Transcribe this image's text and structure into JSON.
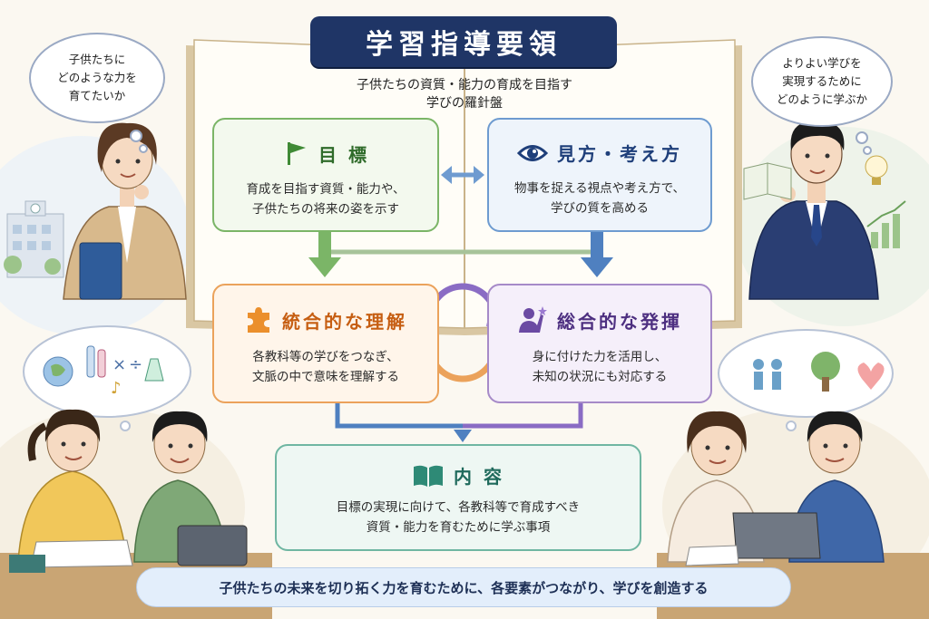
{
  "title": "学習指導要領",
  "subtitle_lines": [
    "子供たちの資質・能力の育成を目指す",
    "学びの羅針盤"
  ],
  "cards": {
    "goal": {
      "title": "目 標",
      "desc": [
        "育成を目指す資質・能力や、",
        "子供たちの将来の姿を示す"
      ],
      "icon": "flag-icon",
      "color": "#7bb567"
    },
    "viewpoint": {
      "title": "見方・考え方",
      "desc": [
        "物事を捉える視点や考え方で、",
        "学びの質を高める"
      ],
      "icon": "eye-icon",
      "color": "#6e9bd0"
    },
    "integrated": {
      "title": "統合的な理解",
      "desc": [
        "各教科等の学びをつなぎ、",
        "文脈の中で意味を理解する"
      ],
      "icon": "puzzle-icon",
      "color": "#eba25b"
    },
    "comprehensive": {
      "title": "総合的な発揮",
      "desc": [
        "身に付けた力を活用し、",
        "未知の状況にも対応する"
      ],
      "icon": "person-star-icon",
      "color": "#a68ac8"
    },
    "content": {
      "title": "内 容",
      "desc": [
        "目標の実現に向けて、各教科等で育成すべき",
        "資質・能力を育むために学ぶ事項"
      ],
      "icon": "open-book-icon",
      "color": "#6fb6a2"
    }
  },
  "footer": "子供たちの未来を切り拓く力を育むために、各要素がつながり、学びを創造する",
  "bubbles": {
    "left_teacher": [
      "子供たちに",
      "どのような力を",
      "育てたいか"
    ],
    "right_teacher": [
      "よりよい学びを",
      "実現するために",
      "どのように学ぶか"
    ]
  },
  "colors": {
    "navy": "#1f3566",
    "green": "#7bb567",
    "blue": "#6e9bd0",
    "orange": "#eba25b",
    "purple": "#a68ac8",
    "teal": "#6fb6a2"
  }
}
